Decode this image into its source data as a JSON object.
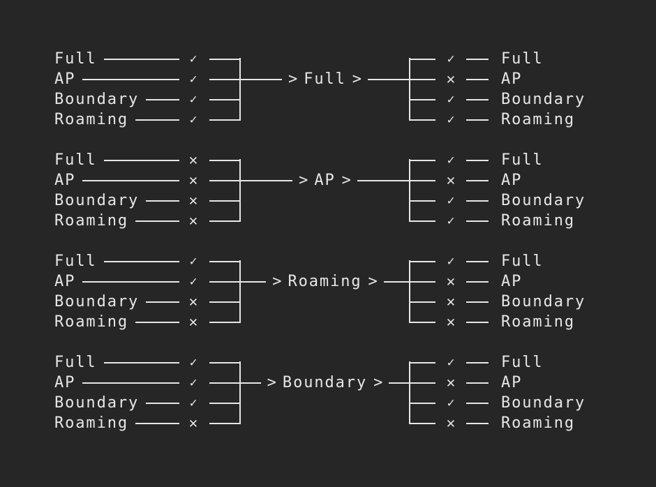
{
  "colors": {
    "background": "#262626",
    "ink": "#e7e7e7"
  },
  "symbols": {
    "chevron": ">",
    "check": "✓",
    "cross": "✕"
  },
  "node_labels": [
    "Full",
    "AP",
    "Boundary",
    "Roaming"
  ],
  "groups": [
    {
      "target": "Full",
      "left_marks": [
        "✓",
        "✓",
        "✓",
        "✓"
      ],
      "right_marks": [
        "✓",
        "✕",
        "✓",
        "✓"
      ]
    },
    {
      "target": "AP",
      "left_marks": [
        "✕",
        "✕",
        "✕",
        "✕"
      ],
      "right_marks": [
        "✓",
        "✕",
        "✓",
        "✓"
      ]
    },
    {
      "target": "Roaming",
      "left_marks": [
        "✓",
        "✓",
        "✕",
        "✕"
      ],
      "right_marks": [
        "✓",
        "✕",
        "✕",
        "✕"
      ]
    },
    {
      "target": "Boundary",
      "left_marks": [
        "✓",
        "✓",
        "✓",
        "✕"
      ],
      "right_marks": [
        "✓",
        "✕",
        "✓",
        "✕"
      ]
    }
  ]
}
